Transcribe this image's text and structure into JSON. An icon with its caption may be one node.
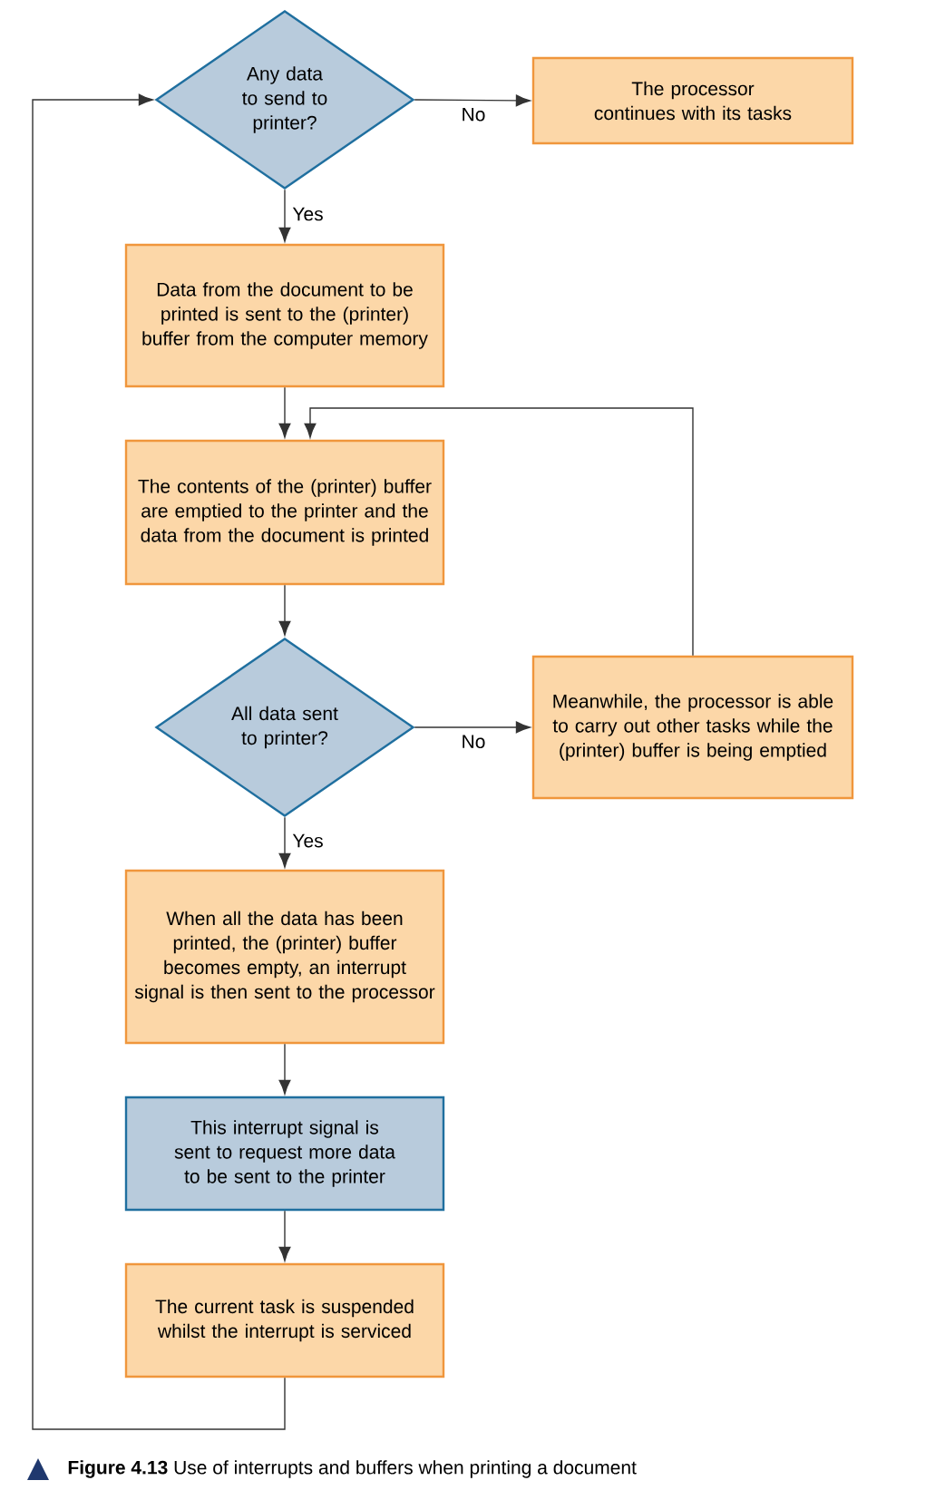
{
  "diagram": {
    "caption": "**Figure 4.13** Use of interrupts and buffers when printing a document",
    "nodes": [
      {
        "text": [
          "Any data to send to printer?"
        ]
      },
      {
        "text": [
          "The processor continues with its tasks"
        ]
      },
      {
        "text": [
          "Data from the document to be printed is sent to the (printer) buffer from the computer memory"
        ]
      },
      {
        "text": [
          "The contents of the (printer) buffer are emptied to the printer and the data from the document is printed"
        ]
      },
      {
        "text": [
          "All data sent to printer?"
        ]
      },
      {
        "text": [
          "Meanwhile, the processor is able to carry out other tasks while the (printer) buffer is being emptied"
        ]
      },
      {
        "text": [
          "When all the data has been printed, the (printer) buffer becomes empty, an interrupt signal is then sent to the processor"
        ]
      },
      {
        "text": [
          "This interrupt signal is sent to request more data to be sent to the printer"
        ]
      },
      {
        "text": [
          "The current task is suspended whilst the interrupt is serviced"
        ]
      }
    ],
    "edges": [
      {
        "from": 0,
        "to": 1,
        "arrow": "to",
        "label": "No"
      },
      {
        "from": 0,
        "to": 2,
        "arrow": "to",
        "label": "Yes"
      },
      {
        "from": 2,
        "to": 3,
        "arrow": "to"
      },
      {
        "from": 3,
        "to": 4,
        "arrow": "to"
      },
      {
        "from": 4,
        "to": 5,
        "arrow": "to",
        "label": "No"
      },
      {
        "from": 4,
        "to": 6,
        "arrow": "to",
        "label": "Yes"
      },
      {
        "from": 5,
        "to": 3,
        "arrow": "to"
      },
      {
        "from": 6,
        "to": 7,
        "arrow": "to"
      },
      {
        "from": 7,
        "to": 8,
        "arrow": "to"
      },
      {
        "from": 8,
        "to": 0,
        "arrow": "to"
      }
    ]
  }
}
